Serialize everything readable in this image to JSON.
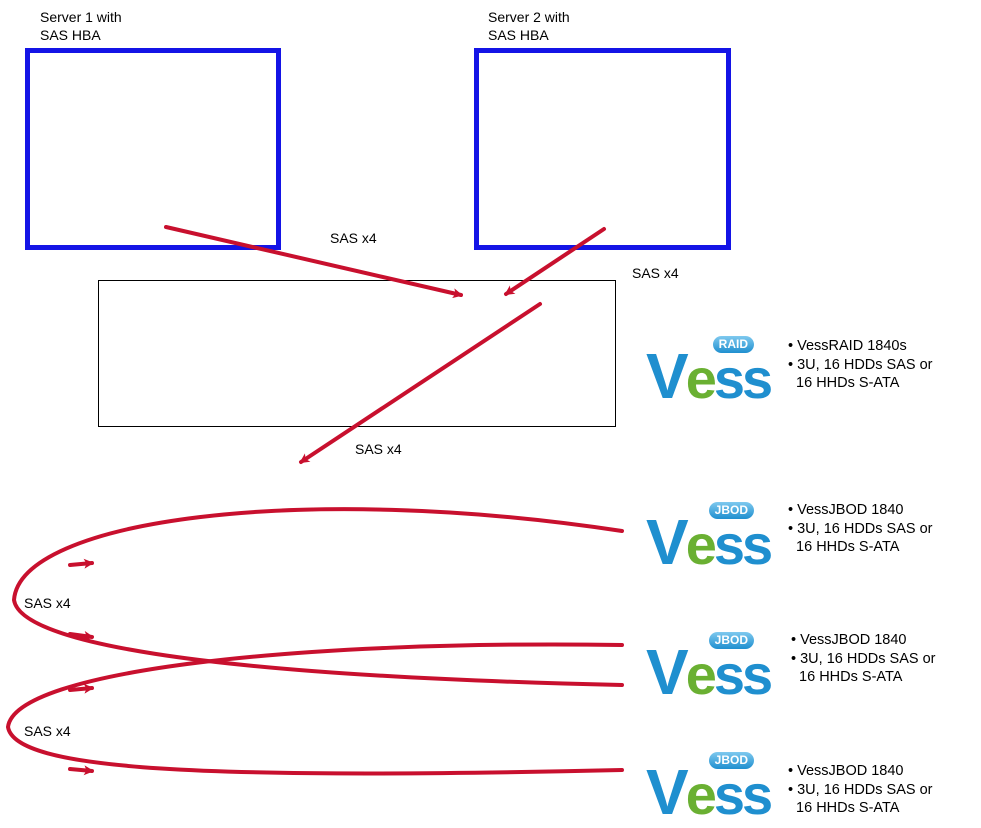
{
  "servers": [
    {
      "label_line1": "Server 1 with",
      "label_line2": "SAS HBA"
    },
    {
      "label_line1": "Server 2 with",
      "label_line2": "SAS HBA"
    }
  ],
  "connections": {
    "server1_to_raid": "SAS x4",
    "server2_to_raid": "SAS x4",
    "raid_to_jbod": "SAS x4",
    "jbod1_to_jbod2": "SAS x4",
    "jbod2_to_jbod3": "SAS x4"
  },
  "units": [
    {
      "logo_badge": "RAID",
      "logo_word": "Vess",
      "lines": [
        "• VessRAID 1840s",
        "• 3U, 16 HDDs SAS or",
        "  16 HHDs S-ATA"
      ]
    },
    {
      "logo_badge": "JBOD",
      "logo_word": "Vess",
      "lines": [
        "• VessJBOD 1840",
        "• 3U, 16 HDDs SAS or",
        "  16 HHDs S-ATA"
      ]
    },
    {
      "logo_badge": "JBOD",
      "logo_word": "Vess",
      "lines": [
        "• VessJBOD 1840",
        "• 3U, 16 HDDs SAS or",
        "  16 HHDs S-ATA"
      ]
    },
    {
      "logo_badge": "JBOD",
      "logo_word": "Vess",
      "lines": [
        "• VessJBOD 1840",
        "• 3U, 16 HDDs SAS or",
        "  16 HHDs S-ATA"
      ]
    }
  ],
  "colors": {
    "server_border": "#1414e6",
    "arrow": "#c8102e",
    "logo_blue": "#1f8fcf",
    "logo_green": "#6ab032"
  }
}
